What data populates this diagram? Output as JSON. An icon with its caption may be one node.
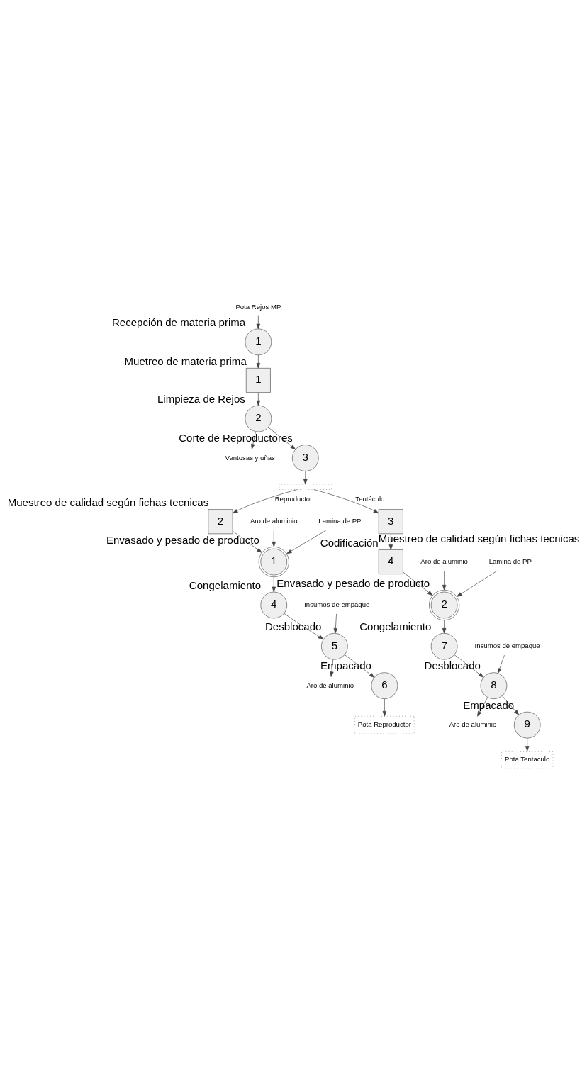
{
  "diagram": {
    "nodes": [
      {
        "text": [
          "Pota Rejos MP"
        ]
      },
      {
        "text": [
          "1"
        ],
        "beside": [
          "Recepción de materia prima"
        ]
      },
      {
        "text": [
          "1"
        ],
        "beside": [
          "Muetreo de materia prima"
        ]
      },
      {
        "text": [
          "2"
        ],
        "beside": [
          "Limpieza de Rejos"
        ]
      },
      {
        "text": [
          "Ventosas y uñas"
        ]
      },
      {
        "text": [
          "3"
        ],
        "beside": [
          "Corte de Reproductores"
        ]
      },
      {
        "text": [],
        "shape": "box"
      },
      {
        "text": [
          "2"
        ],
        "beside": [
          "Muestreo de calidad según fichas tecnicas"
        ]
      },
      {
        "text": [
          "Aro de aluminio"
        ]
      },
      {
        "text": [
          "Lamina de PP"
        ]
      },
      {
        "text": [
          "1"
        ],
        "beside": [
          "Envasado y pesado de producto"
        ]
      },
      {
        "text": [
          "4"
        ],
        "beside": [
          "Congelamiento"
        ]
      },
      {
        "text": [
          "Insumos de empaque"
        ]
      },
      {
        "text": [
          "5"
        ],
        "beside": [
          "Desblocado"
        ]
      },
      {
        "text": [
          "Aro de aluminio"
        ]
      },
      {
        "text": [
          "6"
        ],
        "beside": [
          "Empacado"
        ]
      },
      {
        "text": [
          "Pota Reproductor"
        ]
      },
      {
        "text": [
          "3"
        ],
        "beside": [
          "Muestreo de calidad según fichas tecnicas"
        ]
      },
      {
        "text": [
          "4"
        ],
        "beside": [
          "Codificación"
        ]
      },
      {
        "text": [
          "Aro de aluminio"
        ]
      },
      {
        "text": [
          "Lamina de PP"
        ]
      },
      {
        "text": [
          "2"
        ],
        "beside": [
          "Envasado y pesado de producto"
        ]
      },
      {
        "text": [
          "7"
        ],
        "beside": [
          "Congelamiento"
        ]
      },
      {
        "text": [
          "Insumos de empaque"
        ]
      },
      {
        "text": [
          "8"
        ],
        "beside": [
          "Desblocado"
        ]
      },
      {
        "text": [
          "Aro de aluminio"
        ]
      },
      {
        "text": [
          "9"
        ],
        "beside": [
          "Empacado"
        ]
      },
      {
        "text": [
          "Pota Tentaculo"
        ]
      }
    ],
    "edges": [
      {
        "from": 0,
        "to": 1,
        "arrow": "to"
      },
      {
        "from": 1,
        "to": 2,
        "arrow": "to"
      },
      {
        "from": 2,
        "to": 3,
        "arrow": "to"
      },
      {
        "from": 3,
        "to": 5,
        "arrow": "to"
      },
      {
        "from": 3,
        "to": 4,
        "arrow": "to"
      },
      {
        "from": 5,
        "to": 6,
        "arrow": "to"
      },
      {
        "from": 6,
        "to": 7,
        "arrow": "to",
        "label": "Reproductor"
      },
      {
        "from": 6,
        "to": 17,
        "arrow": "to",
        "label": "Tentáculo"
      },
      {
        "from": 7,
        "to": 10,
        "arrow": "to"
      },
      {
        "from": 8,
        "to": 10,
        "arrow": "to"
      },
      {
        "from": 9,
        "to": 10,
        "arrow": "to"
      },
      {
        "from": 10,
        "to": 11,
        "arrow": "to"
      },
      {
        "from": 11,
        "to": 13,
        "arrow": "to"
      },
      {
        "from": 12,
        "to": 13,
        "arrow": "to"
      },
      {
        "from": 13,
        "to": 15,
        "arrow": "to"
      },
      {
        "from": 13,
        "to": 14,
        "arrow": "to"
      },
      {
        "from": 15,
        "to": 16,
        "arrow": "to"
      },
      {
        "from": 17,
        "to": 18,
        "arrow": "to"
      },
      {
        "from": 18,
        "to": 21,
        "arrow": "to"
      },
      {
        "from": 19,
        "to": 21,
        "arrow": "to"
      },
      {
        "from": 20,
        "to": 21,
        "arrow": "to"
      },
      {
        "from": 21,
        "to": 22,
        "arrow": "to"
      },
      {
        "from": 22,
        "to": 24,
        "arrow": "to"
      },
      {
        "from": 23,
        "to": 24,
        "arrow": "to"
      },
      {
        "from": 24,
        "to": 26,
        "arrow": "to"
      },
      {
        "from": 24,
        "to": 25,
        "arrow": "to"
      },
      {
        "from": 26,
        "to": 27,
        "arrow": "to"
      }
    ]
  }
}
